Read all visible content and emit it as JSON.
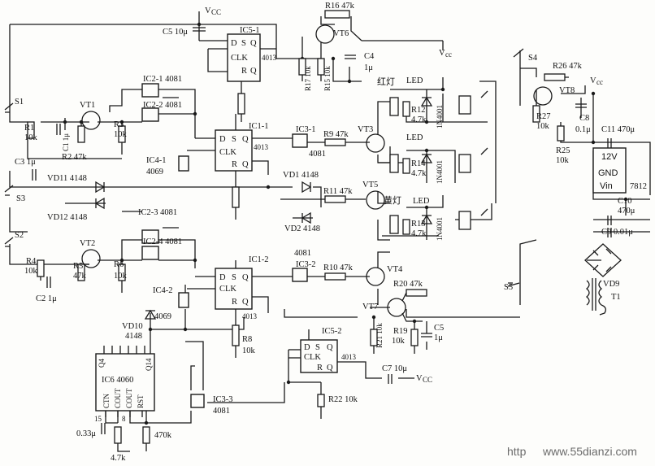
{
  "labels": {
    "vcc_top": "V",
    "vcc_sub": "CC",
    "vcc_right": "V",
    "vcc_right_sub": "cc",
    "vcc_mid": "V",
    "vcc_mid_sub": "cc",
    "vcc_bot": "V",
    "vcc_bot_sub": "CC",
    "c5_top": "C5 10μ",
    "r16": "R16 47k",
    "ic5_1": "IC5-1",
    "ic5_1_d": "D",
    "ic5_1_s": "S",
    "ic5_1_q": "Q",
    "ic5_1_clk": "CLK",
    "ic5_1_r": "R",
    "ic5_1_qb": "Q",
    "ic5_1_num": "4013",
    "vt6": "VT6",
    "r17": "R17 10k",
    "r15": "R15 10k",
    "c4": "C4",
    "c4_val": "1μ",
    "s4": "S4",
    "r26": "R26 47k",
    "vt8": "VT8",
    "hongdeng": "红灯",
    "led1": "LED",
    "r12": "R12",
    "r12_val": "4.7k",
    "d1n4001_1": "1N4001",
    "ic2_1": "IC2-1  4081",
    "ic2_2": "IC2-2  4081",
    "s1": "S1",
    "vt1": "VT1",
    "r1": "R1",
    "r1_val": "10k",
    "c1": "C1 1μ",
    "r2": "R2 47k",
    "r3": "R3",
    "r3_val": "10k",
    "ic1_1": "IC1-1",
    "ic1_1_d": "D",
    "ic1_1_s": "S",
    "ic1_1_q": "Q",
    "ic1_1_clk": "CLK",
    "ic1_1_r": "R",
    "ic1_1_qb": "Q",
    "ic1_1_num": "4013",
    "ic3_1": "IC3-1",
    "ic3_1_num": "4081",
    "r9": "R9 47k",
    "vt3": "VT3",
    "led2": "LED",
    "r14": "R14",
    "r14_val": "4.7k",
    "d1n4001_2": "1N4001",
    "r27": "R27",
    "r27_val": "10k",
    "c8": "C8",
    "c8_val": "0.1μ",
    "r25": "R25",
    "r25_val": "10k",
    "c11": "C11 470μ",
    "v12": "12V",
    "gnd": "GND",
    "vin": "Vin",
    "reg7812": "7812",
    "ic4_1": "IC4-1",
    "ic4_1_num": "4069",
    "c3": "C3 1μ",
    "vd11": "VD11 4148",
    "vd1": "VD1 4148",
    "s3": "S3",
    "r11": "R11 47k",
    "vt5": "VT5",
    "huangdeng": "黄灯",
    "led3": "LED",
    "vd12": "VD12 4148",
    "ic2_3": "IC2-3  4081",
    "vd2": "VD2 4148",
    "r13": "R13",
    "r13_val": "4.7k",
    "d1n4001_3": "1N4001",
    "c10": "C10",
    "c10_val": "470μ",
    "c9": "C9 0.01μ",
    "vd9": "VD9",
    "s2": "S2",
    "vt2": "VT2",
    "ic2_4": "IC2-4  4081",
    "r4": "R4",
    "r4_val": "10k",
    "r5": "R5",
    "r5_val": "47k",
    "r6": "R6",
    "r6_val": "10k",
    "c2": "C2 1μ",
    "ic3_2": "IC3-2",
    "ic3_2_num": "4081",
    "r10": "R10 47k",
    "vt4": "VT4",
    "ic1_2": "IC1-2",
    "ic1_2_d": "D",
    "ic1_2_s": "S",
    "ic1_2_q": "Q",
    "ic1_2_clk": "CLK",
    "ic1_2_r": "R",
    "ic1_2_qb": "Q",
    "ic1_2_num": "4013",
    "ic4_2": "IC4-2",
    "ic4_2_num": "4069",
    "s5": "S5",
    "t1": "T1",
    "r20": "R20 47k",
    "vt7": "VT7",
    "c5_bot": "C5",
    "c5_bot_val": "1μ",
    "vd10": "VD10",
    "vd10_num": "4148",
    "r8": "R8",
    "r8_val": "10k",
    "r21": "R21 10k",
    "r19": "R19",
    "r19_val": "10k",
    "ic5_2": "IC5-2",
    "ic5_2_d": "D",
    "ic5_2_s": "S",
    "ic5_2_q": "Q",
    "ic5_2_clk": "CLK",
    "ic5_2_r": "R",
    "ic5_2_qb": "Q",
    "ic5_2_num": "4013",
    "c7": "C7 10μ",
    "ic6": "IC6  4060",
    "ic6_q4": "Q4",
    "ic6_q14": "Q14",
    "ic6_ctn": "CTN",
    "ic6_cout": "COUT",
    "ic6_coutb": "COUT",
    "ic6_rst": "RST",
    "pin15": "15",
    "pin8": "8",
    "ic3_3": "IC3-3",
    "ic3_3_num": "4081",
    "r22": "R22 10k",
    "c033": "0.33μ",
    "r470k": "470k",
    "r47k": "4.7k",
    "watermark_http": "http",
    "watermark": "www.55dianzi.com"
  }
}
